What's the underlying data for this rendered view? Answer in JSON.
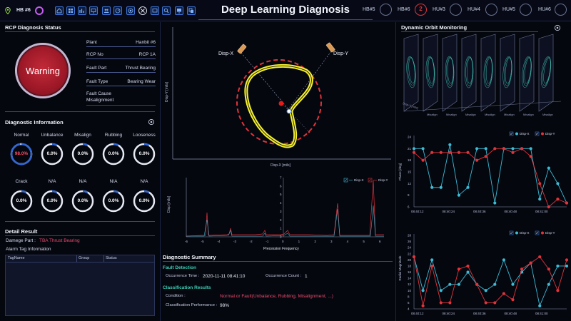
{
  "header": {
    "plant": "HB #6",
    "title": "Deep Learning Diagnosis",
    "units": [
      {
        "label": "HB#5",
        "alert": ""
      },
      {
        "label": "HB#6",
        "alert": "2"
      },
      {
        "label": "HU#3",
        "alert": ""
      },
      {
        "label": "HU#4",
        "alert": ""
      },
      {
        "label": "HU#5",
        "alert": ""
      },
      {
        "label": "HU#6",
        "alert": ""
      }
    ],
    "toolbar_icons": [
      "home-icon",
      "grid-icon",
      "chart-icon",
      "monitor-icon",
      "people-icon",
      "gauge-icon",
      "target-icon",
      "close-icon",
      "screen-icon",
      "search-icon",
      "display-icon",
      "layers-icon"
    ]
  },
  "status": {
    "title": "RCP Diagnosis Status",
    "badge": "Warning",
    "rows": [
      {
        "key": "Plant",
        "value": "Hanbit #6"
      },
      {
        "key": "RCP No",
        "value": "RCP 1A"
      },
      {
        "key": "Fault Part",
        "value": "Thrust Bearing"
      },
      {
        "key": "Fault Type",
        "value": "Bearing Wear"
      }
    ],
    "fault_cause_label": "Fault Cause",
    "fault_cause_value": "Misalignment"
  },
  "diagnostic": {
    "title": "Diagnostic Information",
    "items": [
      {
        "label": "Normal",
        "value": "98.0%",
        "fraction": 0.98,
        "highlight": true
      },
      {
        "label": "Unbalance",
        "value": "0.0%",
        "fraction": 0.0,
        "highlight": false
      },
      {
        "label": "Misalign",
        "value": "0.0%",
        "fraction": 0.0,
        "highlight": false
      },
      {
        "label": "Rubbing",
        "value": "0.0%",
        "fraction": 0.0,
        "highlight": false
      },
      {
        "label": "Looseness",
        "value": "0.0%",
        "fraction": 0.0,
        "highlight": false
      },
      {
        "label": "Crack",
        "value": "0.0%",
        "fraction": 0.0,
        "highlight": false
      },
      {
        "label": "N/A",
        "value": "0.0%",
        "fraction": 0.0,
        "highlight": false
      },
      {
        "label": "N/A",
        "value": "0.0%",
        "fraction": 0.0,
        "highlight": false
      },
      {
        "label": "N/A",
        "value": "0.0%",
        "fraction": 0.0,
        "highlight": false
      },
      {
        "label": "N/A",
        "value": "0.0%",
        "fraction": 0.0,
        "highlight": false
      }
    ]
  },
  "detail": {
    "title": "Detail Result",
    "damage_label": "Damege Part :",
    "damage_value": "TBA Thrust Bearing",
    "alarm_label": "Alarm Tag Information",
    "columns": [
      "TagName",
      "Group",
      "Status"
    ]
  },
  "orbit": {
    "ylabel": "Disp-Y [mils]",
    "xlabel": "Disp-X [mils]",
    "probe_x": "Disp-X",
    "probe_y": "Disp-Y"
  },
  "spectrum": {
    "ylabel": "Disp [mils]",
    "xlabel": "Precession Frequency",
    "legend": [
      "Disp-X",
      "Disp-Y"
    ],
    "xticks": [
      "-6",
      "-5",
      "-4",
      "-3",
      "-2",
      "-1",
      "0",
      "1",
      "2",
      "3",
      "4",
      "5",
      "6"
    ],
    "yticks": [
      "0",
      "1",
      "2",
      "3",
      "4",
      "5",
      "6",
      "7"
    ]
  },
  "summary": {
    "title": "Diagnostic Summary",
    "fault_title": "Fault Detection",
    "occ_time_label": "Occurrence Time :",
    "occ_time_value": "2020-11-11 08:41:10",
    "occ_count_label": "Occurrence Count :",
    "occ_count_value": "1",
    "class_title": "Classification Results",
    "condition_label": "Condition :",
    "condition_value": "Normal or Fault(Unbalance, Rubbing, Misalignment, ...)",
    "perf_label": "Classification Performance :",
    "perf_value": "98%"
  },
  "dynamic": {
    "title": "Dynamic Orbit Monitoring",
    "frame_label": "Misalign",
    "axis_label": "Disp-Y [mils]"
  },
  "chart_data": [
    {
      "type": "line",
      "title": "",
      "ylabel": "Phase [deg]",
      "xlabel": "",
      "xticks": [
        "08:40:12",
        "08:40:24",
        "08:40:36",
        "08:40:48",
        "08:41:00"
      ],
      "yticks": [
        "6",
        "9",
        "12",
        "15",
        "18",
        "21",
        "24"
      ],
      "ylim": [
        6,
        24
      ],
      "x": [
        0,
        1,
        2,
        3,
        4,
        5,
        6,
        7,
        8,
        9,
        10,
        11,
        12,
        13,
        14,
        15,
        16,
        17
      ],
      "series": [
        {
          "name": "Disp-X",
          "color": "#3bbcd6",
          "values": [
            21,
            21,
            11,
            11,
            22,
            9,
            11,
            21,
            21,
            7,
            21,
            21,
            21,
            21,
            8,
            16,
            12,
            7
          ]
        },
        {
          "name": "Disp-Y",
          "color": "#e2333a",
          "values": [
            20,
            18,
            20,
            20,
            20,
            20,
            20,
            18,
            19,
            21,
            21,
            20,
            21,
            19,
            12,
            6,
            8,
            7
          ]
        }
      ],
      "legend": "top-right"
    },
    {
      "type": "line",
      "title": "",
      "ylabel": "Radial Magnitude",
      "xlabel": "",
      "xticks": [
        "08:40:12",
        "08:40:24",
        "08:40:36",
        "08:40:48",
        "08:41:00"
      ],
      "yticks": [
        "4",
        "6",
        "8",
        "10",
        "12",
        "14",
        "16",
        "18",
        "20",
        "22",
        "24",
        "26",
        "28"
      ],
      "ylim": [
        4,
        28
      ],
      "x": [
        0,
        1,
        2,
        3,
        4,
        5,
        6,
        7,
        8,
        9,
        10,
        11,
        12,
        13,
        14,
        15,
        16,
        17
      ],
      "series": [
        {
          "name": "Disp-X",
          "color": "#3bbcd6",
          "values": [
            21,
            10,
            20,
            10,
            12,
            12,
            16,
            12,
            10,
            12,
            20,
            12,
            16,
            19,
            5,
            12,
            18,
            18
          ]
        },
        {
          "name": "Disp-Y",
          "color": "#e2333a",
          "values": [
            21,
            5,
            18,
            6,
            6,
            17,
            18,
            12,
            6,
            6,
            9,
            7,
            17,
            19,
            21,
            17,
            10,
            20
          ]
        }
      ],
      "legend": "top-right"
    }
  ]
}
